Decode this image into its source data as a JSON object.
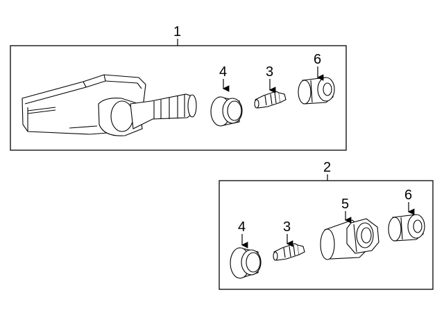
{
  "callouts": {
    "assembly_1": "1",
    "assembly_2": "2",
    "part_3_a": "3",
    "part_3_b": "3",
    "part_4_a": "4",
    "part_4_b": "4",
    "part_5": "5",
    "part_6_a": "6",
    "part_6_b": "6"
  }
}
